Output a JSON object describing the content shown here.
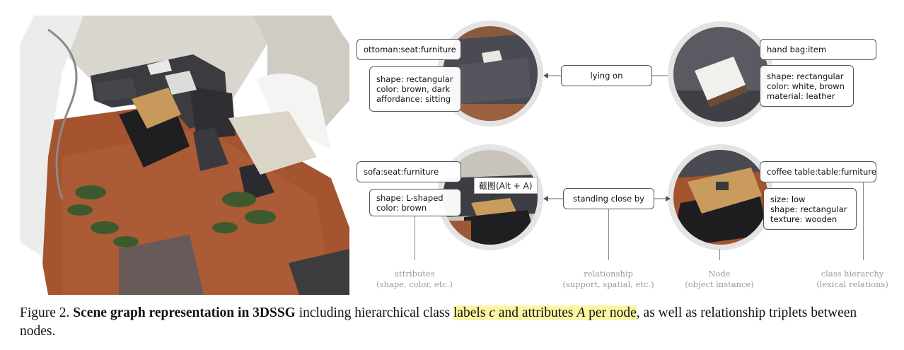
{
  "nodes": {
    "ottoman": {
      "class": "ottoman:seat:furniture",
      "attributes": [
        "shape: rectangular",
        "color: brown, dark",
        "affordance: sitting"
      ]
    },
    "handbag": {
      "class": "hand bag:item",
      "attributes": [
        "shape: rectangular",
        "color: white, brown",
        "material: leather"
      ]
    },
    "sofa": {
      "class": "sofa:seat:furniture",
      "attributes": [
        "shape: L-shaped",
        "color: brown"
      ]
    },
    "coffee_table": {
      "class": "coffee table:table:furniture",
      "attributes": [
        "size: low",
        "shape: rectangular",
        "texture: wooden"
      ]
    }
  },
  "relations": {
    "top": "lying on",
    "bottom": "standing close by"
  },
  "tooltip": "截图(Alt + A)",
  "legend": {
    "attributes": [
      "attributes",
      "(shape, color, etc.)"
    ],
    "relationship": [
      "relationship",
      "(support, spatial, etc.)"
    ],
    "node": [
      "Node",
      "(object instance)"
    ],
    "class_hierarchy": [
      "class hierarchy",
      "(lexical relations)"
    ]
  },
  "caption": {
    "prefix": "Figure 2. ",
    "bold": "Scene graph representation in 3DSSG",
    "plain1": " including hierarchical class ",
    "hl1": "labels ",
    "hl_c": "c",
    "hl2": " and attributes ",
    "hl_A": "A",
    "hl3": " per node",
    "plain2": ", as well as relationship triplets between nodes."
  },
  "colors": {
    "floor": "#a4542f",
    "sofa": "#3b3b40",
    "table": "#c79a5c",
    "highlight": "#fdf5a4"
  }
}
